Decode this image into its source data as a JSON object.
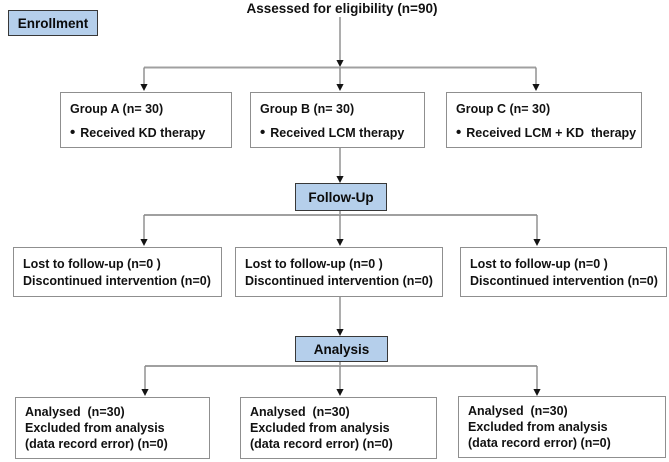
{
  "diagram": {
    "eligibility_text": "Assessed for eligibility (n=90)",
    "bullet_glyph": "•",
    "stages": {
      "enrollment": "Enrollment",
      "follow_up": "Follow-Up",
      "analysis": "Analysis"
    },
    "groups": [
      {
        "title": "Group A (n= 30)",
        "bullet": "Received KD therapy"
      },
      {
        "title": "Group B (n= 30)",
        "bullet": "Received LCM therapy"
      },
      {
        "title": "Group C (n= 30)",
        "bullet": "Received LCM + KD  therapy"
      }
    ],
    "follow_up_boxes": [
      {
        "line1": "Lost to follow-up (n=0 )",
        "line2": "Discontinued intervention (n=0)"
      },
      {
        "line1": "Lost to follow-up (n=0 )",
        "line2": "Discontinued intervention (n=0)"
      },
      {
        "line1": "Lost to follow-up (n=0 )",
        "line2": "Discontinued intervention (n=0)"
      }
    ],
    "analysis_boxes": [
      {
        "line1": "Analysed  (n=30)",
        "line2": "Excluded from analysis",
        "line3": "(data record error) (n=0)"
      },
      {
        "line1": "Analysed  (n=30)",
        "line2": "Excluded from analysis",
        "line3": "(data record error) (n=0)"
      },
      {
        "line1": "Analysed  (n=30)",
        "line2": "Excluded from analysis",
        "line3": "(data record error) (n=0)"
      }
    ],
    "colors": {
      "stage_fill": "#b5cfeb",
      "stage_border": "#383838",
      "plain_box_border": "#8f8f8f",
      "connector_line": "#9a9a9a",
      "arrowhead": "#141414",
      "text": "#111111"
    }
  }
}
